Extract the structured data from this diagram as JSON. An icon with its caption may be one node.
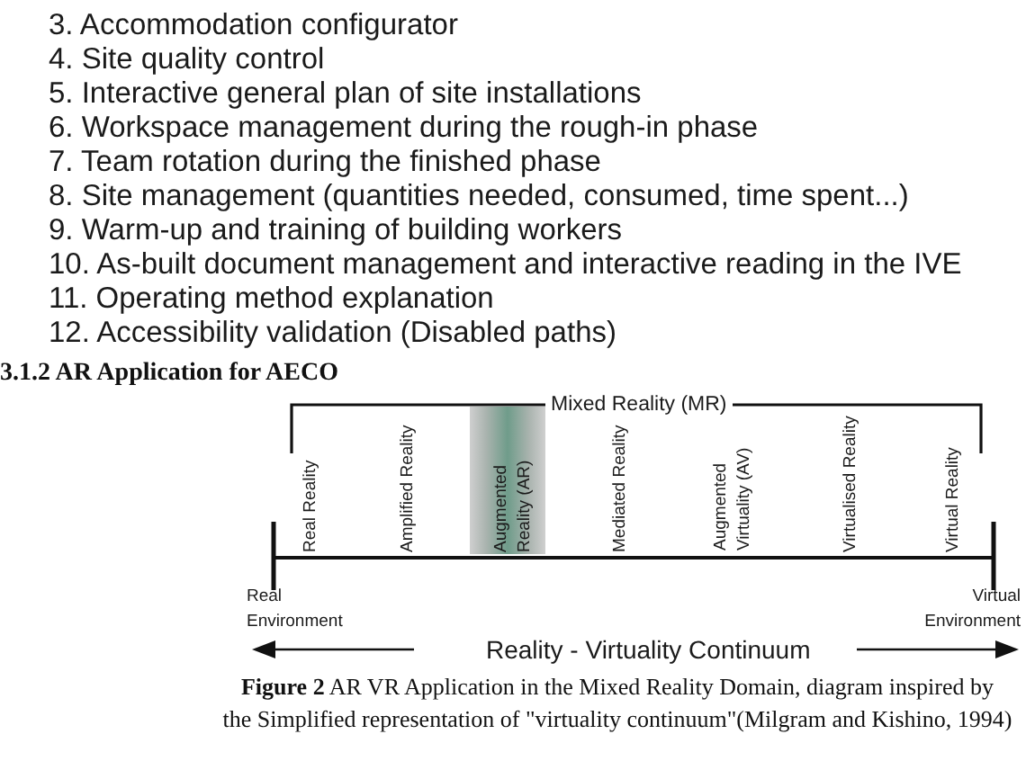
{
  "diagram": {
    "caption": "**Figure 2** AR VR Application in the Mixed Reality Domain, diagram inspired by the Simplified representation of \"virtuality continuum\"(Milgram and Kishino, 1994)",
    "nodes": [
      {
        "text": [
          "Augmented Reality (AR)"
        ]
      }
    ],
    "labels": [
      "3. Accommodation configurator",
      "4. Site quality control",
      "5. Interactive general plan of site installations",
      "6. Workspace management during the rough-in phase",
      "7. Team rotation during the finished phase",
      "8. Site management (quantities needed, consumed, time spent...)",
      "9. Warm-up and training of building workers",
      "10. As-built document management and interactive reading in the IVE",
      "11. Operating method explanation",
      "12. Accessibility validation (Disabled paths)",
      "3.1.2 AR Application for AECO",
      "Mixed Reality (MR)",
      "Real Reality",
      "Amplified Reality",
      "Mediated Reality",
      "Augmented Virtuality (AV)",
      "Virtualised Reality",
      "Virtual Reality",
      "Real Environment",
      "Virtual Environment",
      "Reality - Virtuality Continuum"
    ]
  }
}
